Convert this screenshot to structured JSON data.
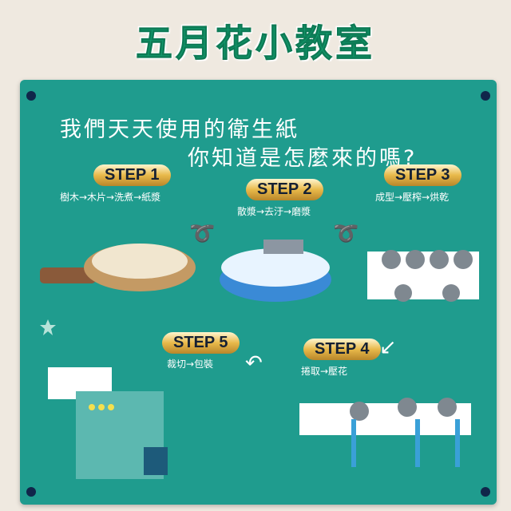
{
  "title": "五月花小教室",
  "question": {
    "line1": "我們天天使用的衛生紙",
    "line2": "你知道是怎麼來的嗎?"
  },
  "steps": [
    {
      "label": "STEP 1",
      "desc": "樹木→木片→洗煮→紙漿"
    },
    {
      "label": "STEP 2",
      "desc": "散漿→去汙→磨漿"
    },
    {
      "label": "STEP 3",
      "desc": "成型→壓榨→烘乾"
    },
    {
      "label": "STEP 4",
      "desc": "捲取→壓花"
    },
    {
      "label": "STEP 5",
      "desc": "裁切→包裝"
    }
  ]
}
